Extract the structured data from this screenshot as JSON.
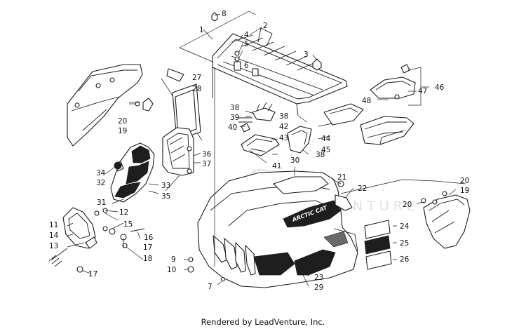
{
  "watermark": "LEADVENTURE",
  "footer": "Rendered by LeadVenture, Inc.",
  "hood_logo": "ARCTIC CAT",
  "callouts": {
    "c1": "1",
    "c2": "2",
    "c3": "3",
    "c4": "4",
    "c5": "5",
    "c6": "6",
    "c7": "7",
    "c8": "8",
    "c9": "9",
    "c10": "10",
    "c11": "11",
    "c12": "12",
    "c13": "13",
    "c14": "14",
    "c15": "15",
    "c16": "16",
    "c17a": "17",
    "c17b": "17",
    "c18": "18",
    "c19a": "19",
    "c19b": "19",
    "c20a": "20",
    "c20b": "20",
    "c20c": "20",
    "c21": "21",
    "c22": "22",
    "c23": "23",
    "c24": "24",
    "c25": "25",
    "c26": "26",
    "c27": "27",
    "c28": "28",
    "c29": "29",
    "c30": "30",
    "c31": "31",
    "c32": "32",
    "c33": "33",
    "c34": "34",
    "c35": "35",
    "c36": "36",
    "c37": "37",
    "c38a": "38",
    "c38b": "38",
    "c38c": "38",
    "c39": "39",
    "c40": "40",
    "c41": "41",
    "c42": "42",
    "c43": "43",
    "c44": "44",
    "c45": "45",
    "c46": "46",
    "c47": "47",
    "c48": "48"
  }
}
